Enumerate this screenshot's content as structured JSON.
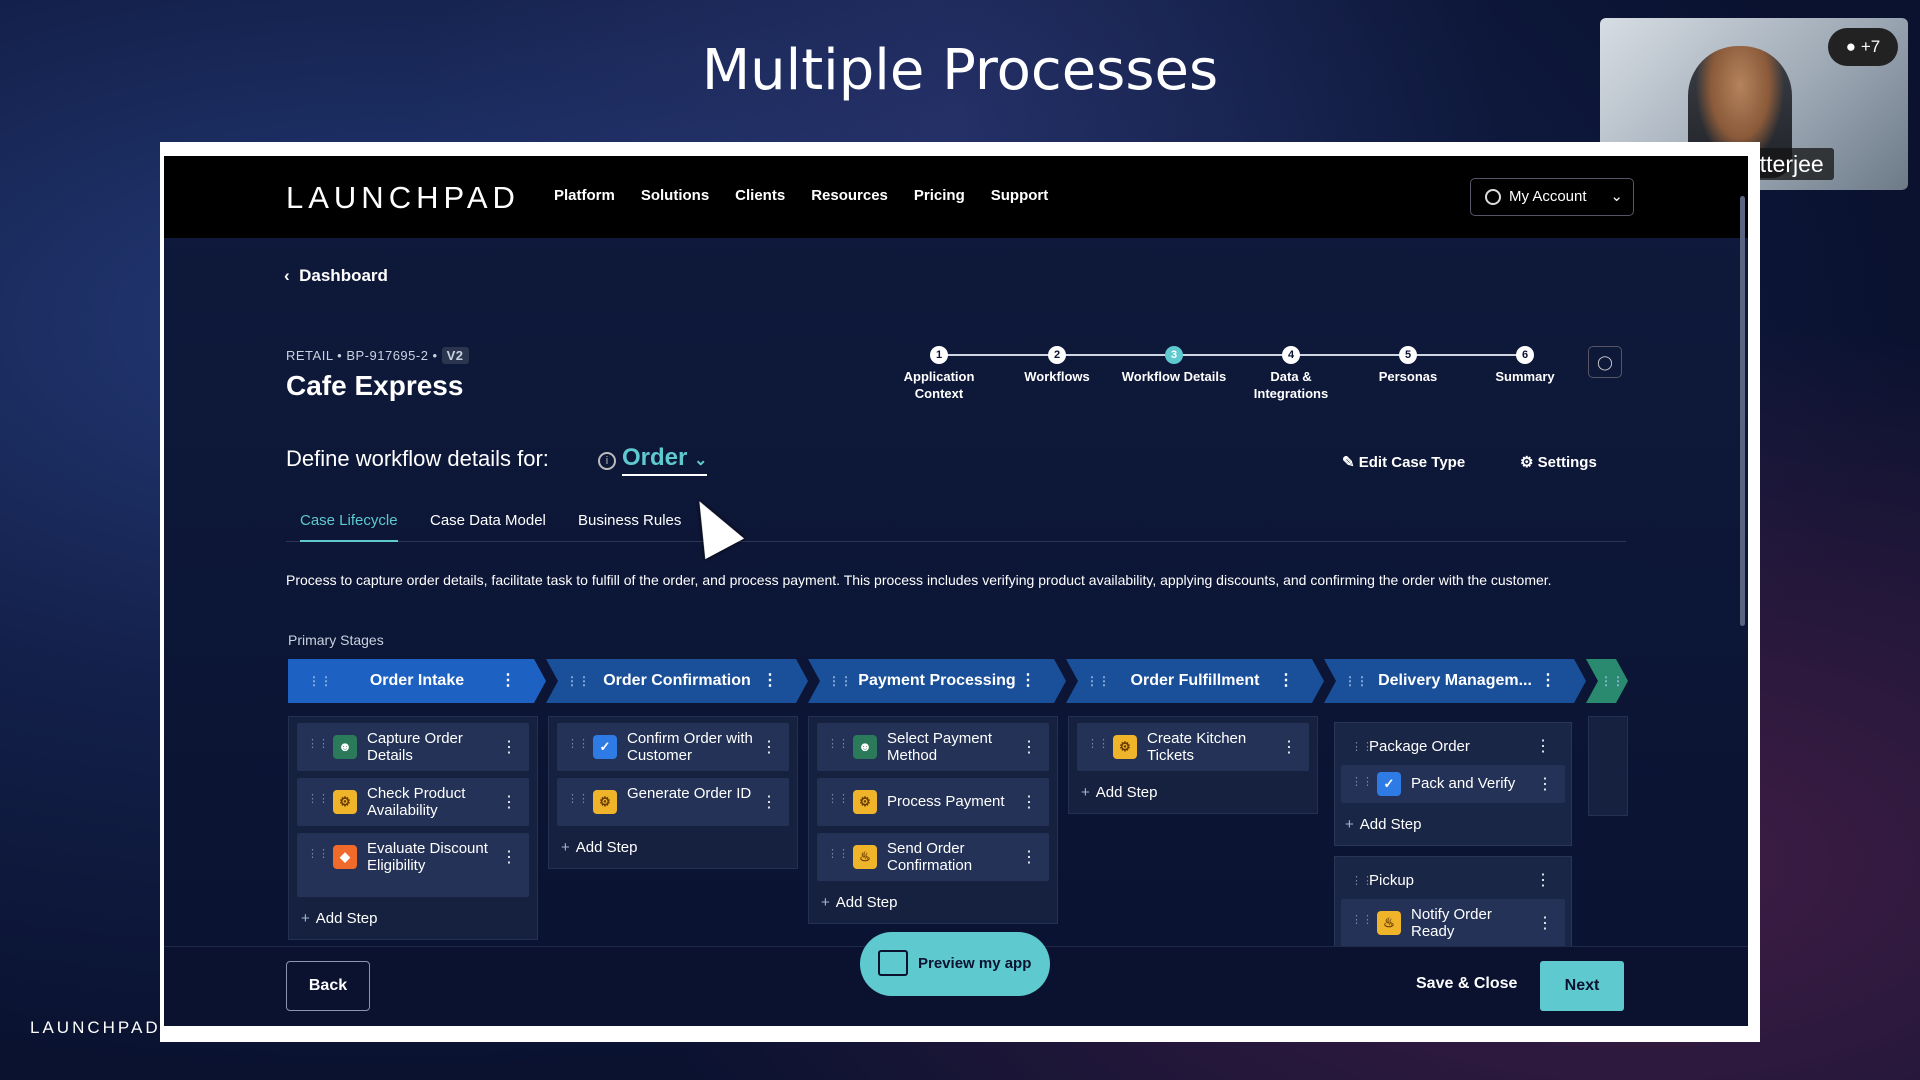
{
  "slide": {
    "title": "Multiple Processes",
    "corner_logo": "LAUNCHPAD"
  },
  "webcam": {
    "name": "Prithanka Chatterjee",
    "participants": "+7"
  },
  "nav": {
    "logo": "LAUNCHPAD",
    "items": [
      "Platform",
      "Solutions",
      "Clients",
      "Resources",
      "Pricing",
      "Support"
    ],
    "account": "My Account"
  },
  "breadcrumb": "Dashboard",
  "app": {
    "meta": "RETAIL • BP-917695-2 •",
    "version": "V2",
    "title": "Cafe Express"
  },
  "steps": [
    {
      "num": "1",
      "label": "Application Context"
    },
    {
      "num": "2",
      "label": "Workflows"
    },
    {
      "num": "3",
      "label": "Workflow Details"
    },
    {
      "num": "4",
      "label": "Data & Integrations"
    },
    {
      "num": "5",
      "label": "Personas"
    },
    {
      "num": "6",
      "label": "Summary"
    }
  ],
  "define": {
    "label": "Define workflow details for:",
    "selected": "Order"
  },
  "actions": {
    "edit_case_type": "Edit Case Type",
    "settings": "Settings"
  },
  "tabs": [
    "Case Lifecycle",
    "Case Data Model",
    "Business Rules"
  ],
  "description": "Process to capture order details, facilitate task to fulfill of the order, and process payment. This process includes verifying product availability, applying discounts, and confirming the order with the customer.",
  "primary_stages_label": "Primary Stages",
  "stages": [
    "Order Intake",
    "Order Confirmation",
    "Payment Processing",
    "Order Fulfillment",
    "Delivery Managem..."
  ],
  "columns": {
    "intake": [
      "Capture Order Details",
      "Check Product Availability",
      "Evaluate Discount Eligibility"
    ],
    "confirmation": [
      "Confirm Order with Customer",
      "Generate Order ID"
    ],
    "payment": [
      "Select Payment Method",
      "Process Payment",
      "Send Order Confirmation"
    ],
    "fulfillment": [
      "Create Kitchen Tickets"
    ],
    "delivery": {
      "group1": "Package Order",
      "g1_step": "Pack and Verify",
      "group2": "Pickup",
      "g2_step": "Notify Order Ready"
    }
  },
  "add_step": "Add Step",
  "footer": {
    "back": "Back",
    "preview": "Preview my app",
    "save_close": "Save & Close",
    "next": "Next"
  }
}
